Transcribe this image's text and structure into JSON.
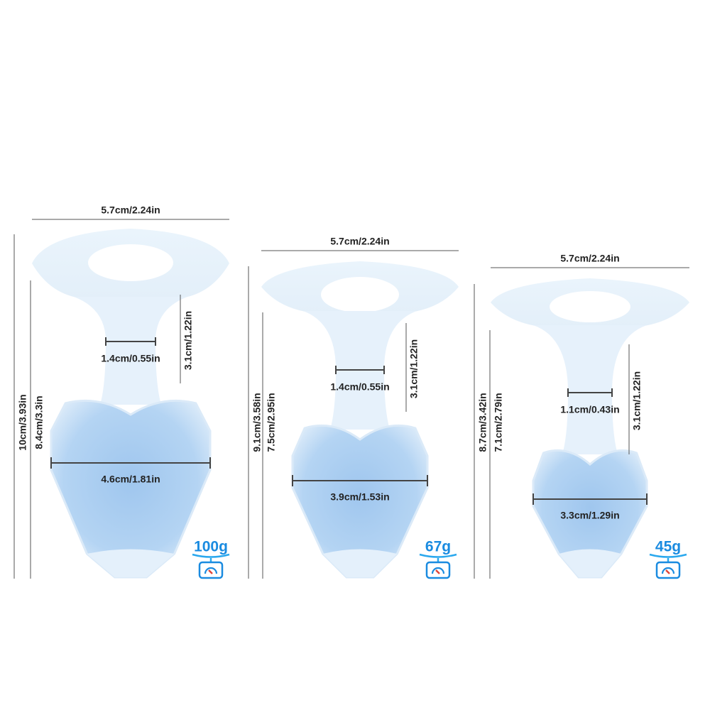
{
  "products": [
    {
      "top_width": "5.7cm/2.24in",
      "total_length": "10cm/3.93in",
      "insertable_length": "8.4cm/3.3in",
      "neck_length": "3.1cm/1.22in",
      "neck_diameter": "1.4cm/0.55in",
      "bulb_diameter": "4.6cm/1.81in",
      "weight": "100g"
    },
    {
      "top_width": "5.7cm/2.24in",
      "total_length": "9.1cm/3.58in",
      "insertable_length": "7.5cm/2.95in",
      "neck_length": "3.1cm/1.22in",
      "neck_diameter": "1.4cm/0.55in",
      "bulb_diameter": "3.9cm/1.53in",
      "weight": "67g"
    },
    {
      "top_width": "5.7cm/2.24in",
      "total_length": "8.7cm/3.42in",
      "insertable_length": "7.1cm/2.79in",
      "neck_length": "3.1cm/1.22in",
      "neck_diameter": "1.1cm/0.43in",
      "bulb_diameter": "3.3cm/1.29in",
      "weight": "45g"
    }
  ],
  "icons": {
    "weight": "scale-icon"
  },
  "colors": {
    "accent": "#1a8be0",
    "bulb": "#a9cdf0",
    "gauge_needle": "#e0463a"
  }
}
